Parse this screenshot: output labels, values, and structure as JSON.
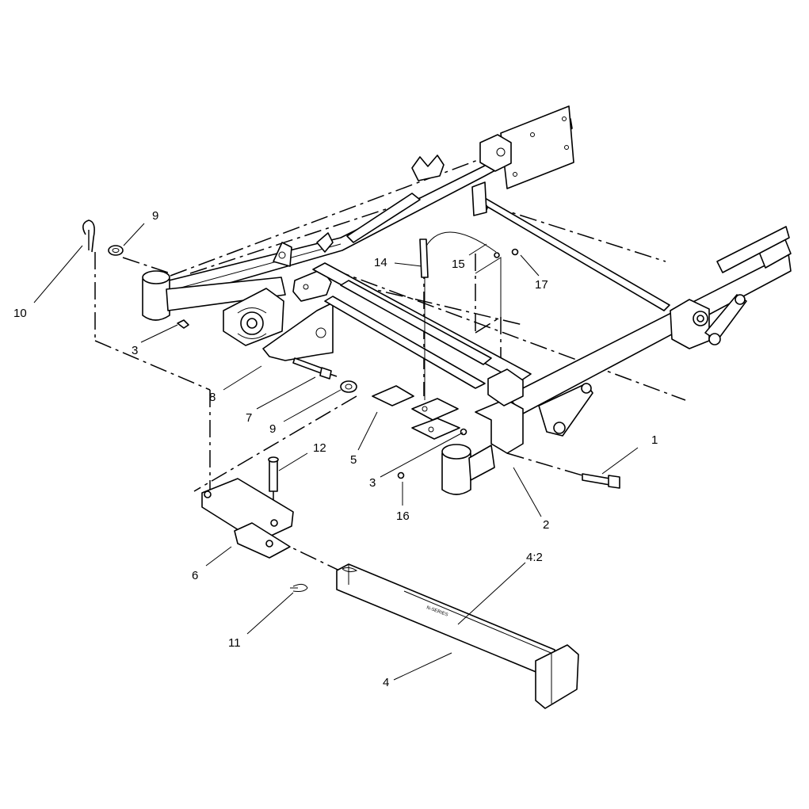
{
  "callouts": {
    "c1": "1",
    "c2": "2",
    "c3a": "3",
    "c3b": "3",
    "c4": "4",
    "c4_2": "4:2",
    "c5": "5",
    "c6": "6",
    "c7": "7",
    "c8": "8",
    "c9a": "9",
    "c9b": "9",
    "c10": "10",
    "c11": "11",
    "c12": "12",
    "c14": "14",
    "c15": "15",
    "c16": "16",
    "c17": "17"
  }
}
